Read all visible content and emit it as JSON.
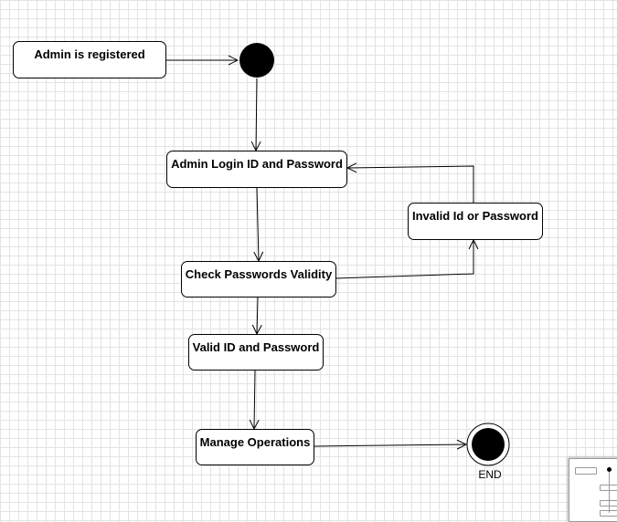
{
  "diagram": {
    "nodes": {
      "admin_registered": "Admin is registered",
      "login": "Admin Login ID and Password",
      "invalid": "Invalid Id or Password",
      "check": "Check Passwords Validity",
      "valid": "Valid ID and Password",
      "manage": "Manage Operations"
    },
    "end_label": "END"
  },
  "colors": {
    "stroke": "#000000",
    "grid": "#e3e3e3",
    "background": "#ffffff"
  }
}
